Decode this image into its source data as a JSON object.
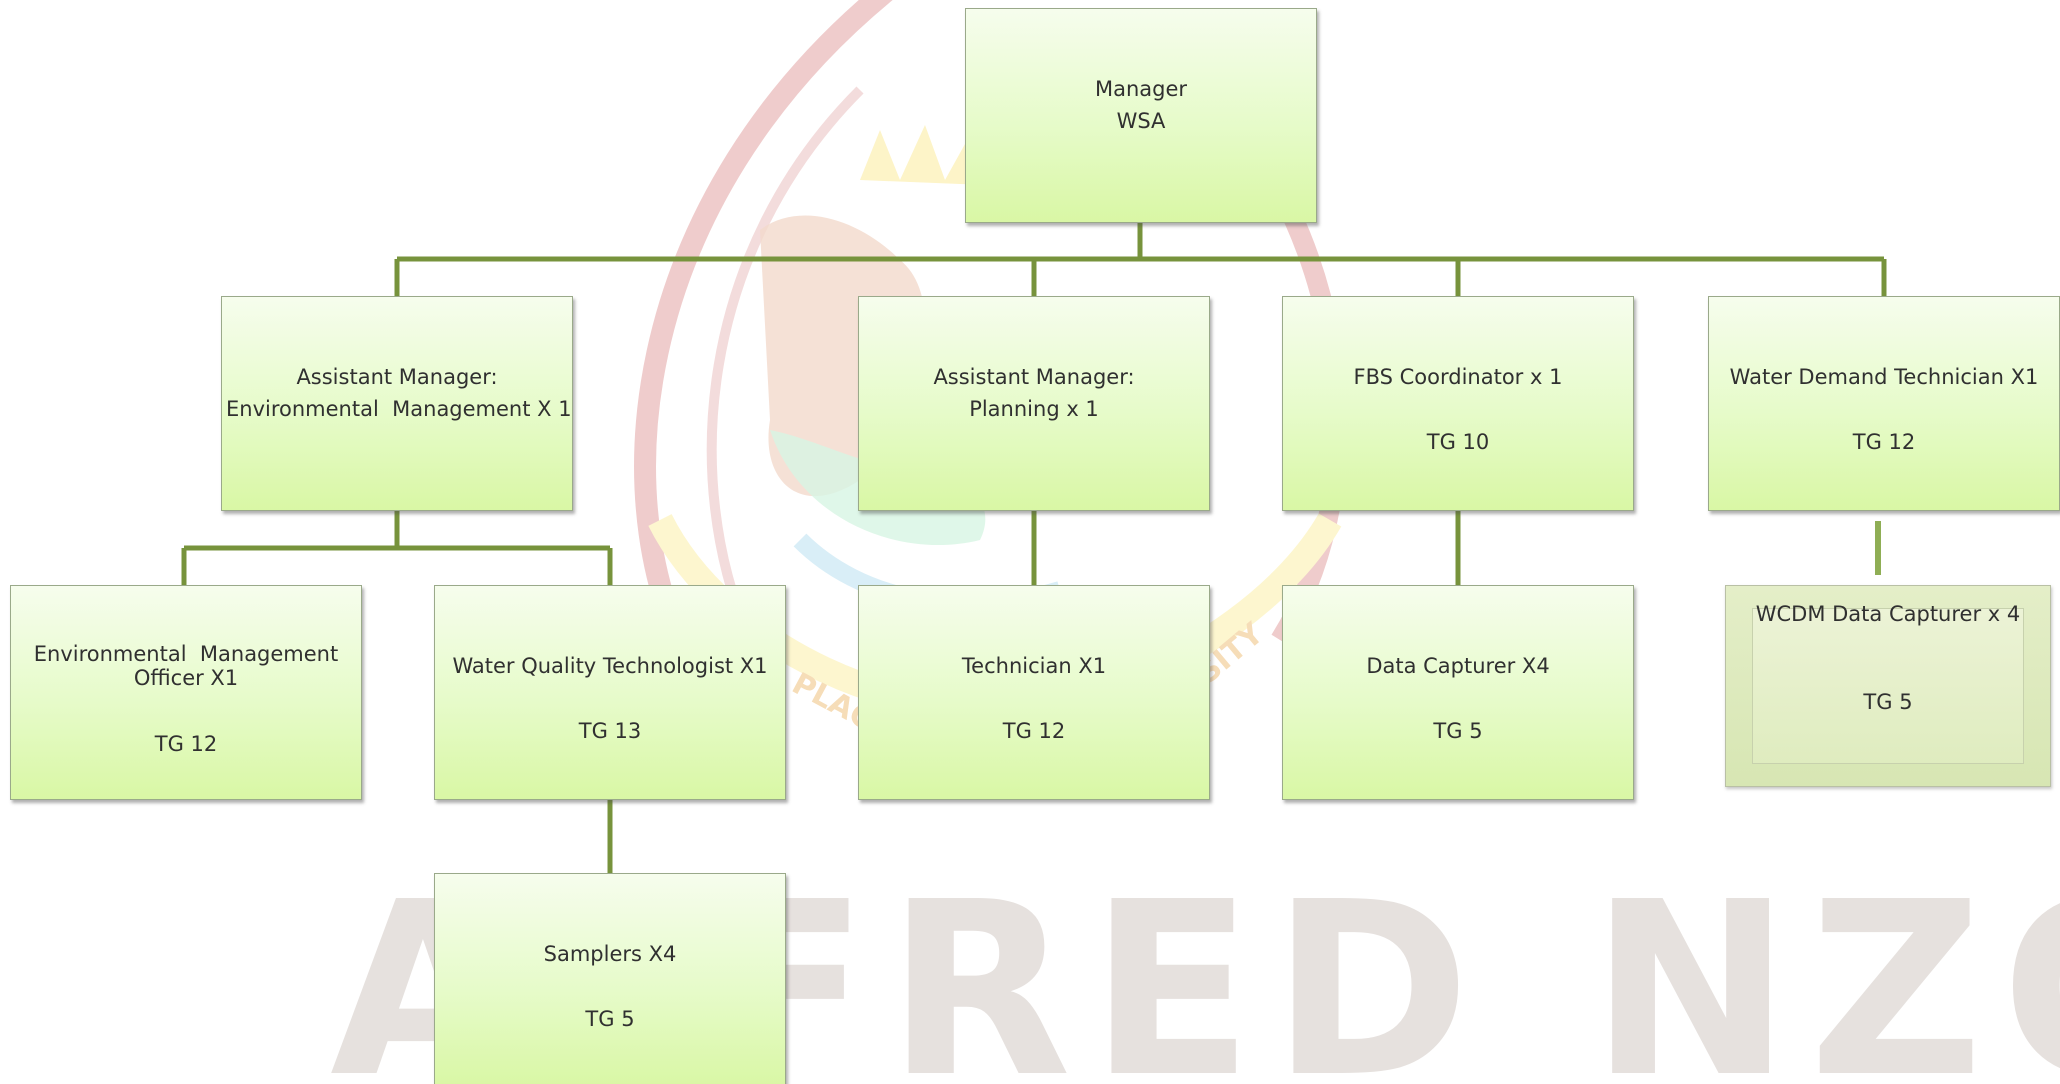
{
  "colors": {
    "connector": "#77933c",
    "box_fill_top": "#f6fded",
    "box_fill_bottom": "#d9f7a5",
    "text": "#303030",
    "watermark": "#e6e1de"
  },
  "watermark": {
    "text": "ALFRED NZO",
    "seal_arc_text_left": "PLACE",
    "seal_arc_text_right": "RSITY"
  },
  "org_chart": {
    "manager": {
      "title": "Manager",
      "unit": "WSA"
    },
    "asst_env": {
      "line1": "Assistant Manager:",
      "line2": "Environmental  Management X 1"
    },
    "asst_plan": {
      "line1": "Assistant Manager:",
      "line2": "Planning x 1"
    },
    "fbs": {
      "title": "FBS Coordinator x 1",
      "grade": "TG 10"
    },
    "wdt": {
      "title": "Water Demand Technician X1",
      "grade": "TG 12"
    },
    "emo": {
      "line1": "Environmental  Management",
      "line2": "Officer X1",
      "grade": "TG 12"
    },
    "wqt": {
      "title": "Water Quality Technologist X1",
      "grade": "TG 13"
    },
    "tech": {
      "title": "Technician X1",
      "grade": "TG 12"
    },
    "dc": {
      "title": "Data Capturer X4",
      "grade": "TG 5"
    },
    "wcdm": {
      "title": "WCDM Data Capturer x 4",
      "grade": "TG 5"
    },
    "samplers": {
      "title": "Samplers X4",
      "grade": "TG 5"
    }
  }
}
